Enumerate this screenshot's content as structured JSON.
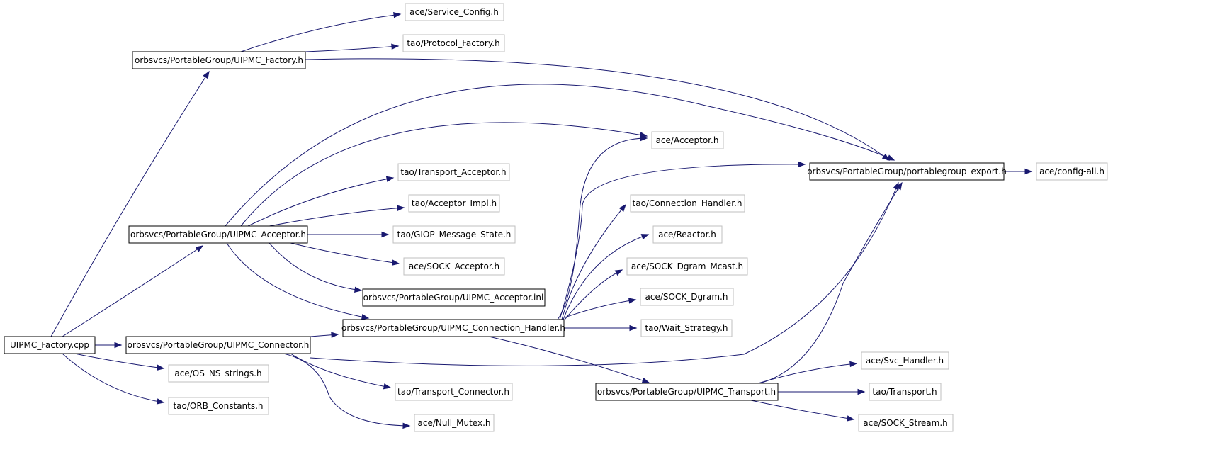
{
  "colors": {
    "edge": "#191970",
    "root_fill": "#bfbfbf",
    "resolved_border": "#000000",
    "unresolved_border": "#bfbfbf",
    "text": "#000000"
  },
  "graph": {
    "root": "UIPMC_Factory.cpp",
    "nodes": [
      {
        "id": "n0",
        "label": "UIPMC_Factory.cpp",
        "kind": "root"
      },
      {
        "id": "n1",
        "label": "orbsvcs/PortableGroup/UIPMC_Factory.h",
        "kind": "resolved"
      },
      {
        "id": "n2",
        "label": "ace/Service_Config.h",
        "kind": "unresolved"
      },
      {
        "id": "n3",
        "label": "tao/Protocol_Factory.h",
        "kind": "unresolved"
      },
      {
        "id": "n4",
        "label": "orbsvcs/PortableGroup/portablegroup_export.h",
        "kind": "resolved"
      },
      {
        "id": "n5",
        "label": "ace/config-all.h",
        "kind": "unresolved"
      },
      {
        "id": "n6",
        "label": "orbsvcs/PortableGroup/UIPMC_Acceptor.h",
        "kind": "resolved"
      },
      {
        "id": "n7",
        "label": "ace/Acceptor.h",
        "kind": "unresolved"
      },
      {
        "id": "n8",
        "label": "tao/Transport_Acceptor.h",
        "kind": "unresolved"
      },
      {
        "id": "n9",
        "label": "tao/Acceptor_Impl.h",
        "kind": "unresolved"
      },
      {
        "id": "n10",
        "label": "tao/GIOP_Message_State.h",
        "kind": "unresolved"
      },
      {
        "id": "n11",
        "label": "ace/SOCK_Acceptor.h",
        "kind": "unresolved"
      },
      {
        "id": "n12",
        "label": "orbsvcs/PortableGroup/UIPMC_Acceptor.inl",
        "kind": "resolved"
      },
      {
        "id": "n13",
        "label": "orbsvcs/PortableGroup/UIPMC_Connection_Handler.h",
        "kind": "resolved"
      },
      {
        "id": "n14",
        "label": "tao/Connection_Handler.h",
        "kind": "unresolved"
      },
      {
        "id": "n15",
        "label": "ace/Reactor.h",
        "kind": "unresolved"
      },
      {
        "id": "n16",
        "label": "ace/SOCK_Dgram_Mcast.h",
        "kind": "unresolved"
      },
      {
        "id": "n17",
        "label": "ace/SOCK_Dgram.h",
        "kind": "unresolved"
      },
      {
        "id": "n18",
        "label": "tao/Wait_Strategy.h",
        "kind": "unresolved"
      },
      {
        "id": "n19",
        "label": "orbsvcs/PortableGroup/UIPMC_Transport.h",
        "kind": "resolved"
      },
      {
        "id": "n20",
        "label": "ace/Svc_Handler.h",
        "kind": "unresolved"
      },
      {
        "id": "n21",
        "label": "tao/Transport.h",
        "kind": "unresolved"
      },
      {
        "id": "n22",
        "label": "ace/SOCK_Stream.h",
        "kind": "unresolved"
      },
      {
        "id": "n23",
        "label": "orbsvcs/PortableGroup/UIPMC_Connector.h",
        "kind": "resolved"
      },
      {
        "id": "n24",
        "label": "tao/Transport_Connector.h",
        "kind": "unresolved"
      },
      {
        "id": "n25",
        "label": "ace/Null_Mutex.h",
        "kind": "unresolved"
      },
      {
        "id": "n26",
        "label": "ace/OS_NS_strings.h",
        "kind": "unresolved"
      },
      {
        "id": "n27",
        "label": "tao/ORB_Constants.h",
        "kind": "unresolved"
      }
    ],
    "edges": [
      {
        "from": "n0",
        "to": "n1"
      },
      {
        "from": "n0",
        "to": "n6"
      },
      {
        "from": "n0",
        "to": "n23"
      },
      {
        "from": "n0",
        "to": "n26"
      },
      {
        "from": "n0",
        "to": "n27"
      },
      {
        "from": "n1",
        "to": "n2"
      },
      {
        "from": "n1",
        "to": "n3"
      },
      {
        "from": "n1",
        "to": "n4"
      },
      {
        "from": "n4",
        "to": "n5"
      },
      {
        "from": "n6",
        "to": "n4"
      },
      {
        "from": "n6",
        "to": "n7"
      },
      {
        "from": "n6",
        "to": "n8"
      },
      {
        "from": "n6",
        "to": "n9"
      },
      {
        "from": "n6",
        "to": "n10"
      },
      {
        "from": "n6",
        "to": "n11"
      },
      {
        "from": "n6",
        "to": "n12"
      },
      {
        "from": "n6",
        "to": "n13"
      },
      {
        "from": "n13",
        "to": "n7"
      },
      {
        "from": "n13",
        "to": "n4"
      },
      {
        "from": "n13",
        "to": "n14"
      },
      {
        "from": "n13",
        "to": "n15"
      },
      {
        "from": "n13",
        "to": "n16"
      },
      {
        "from": "n13",
        "to": "n17"
      },
      {
        "from": "n13",
        "to": "n18"
      },
      {
        "from": "n13",
        "to": "n19"
      },
      {
        "from": "n19",
        "to": "n4"
      },
      {
        "from": "n19",
        "to": "n20"
      },
      {
        "from": "n19",
        "to": "n21"
      },
      {
        "from": "n19",
        "to": "n22"
      },
      {
        "from": "n23",
        "to": "n13"
      },
      {
        "from": "n23",
        "to": "n4"
      },
      {
        "from": "n23",
        "to": "n24"
      },
      {
        "from": "n23",
        "to": "n25"
      }
    ]
  }
}
